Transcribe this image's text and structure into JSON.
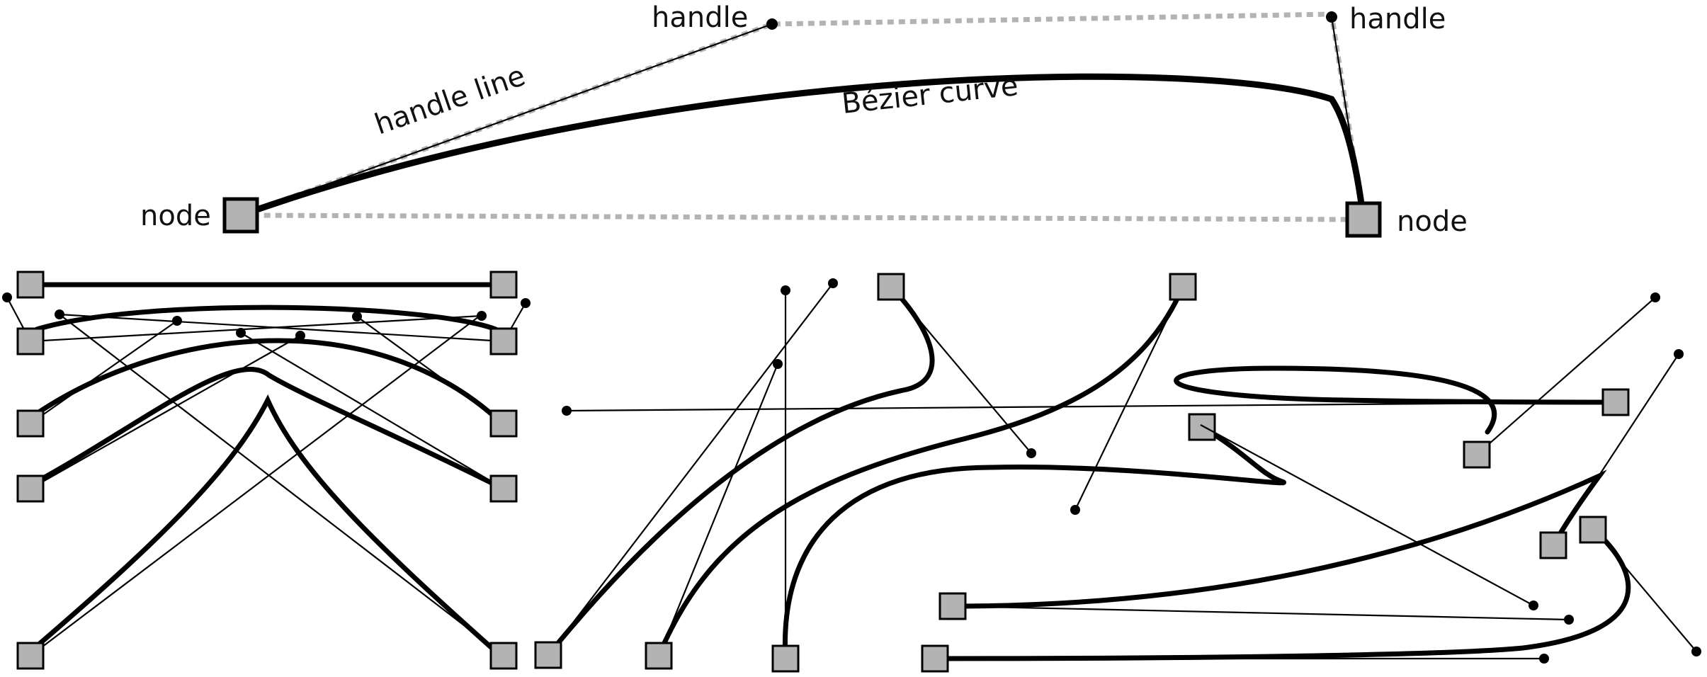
{
  "labels": {
    "handle_left": "handle",
    "handle_right": "handle",
    "handle_line": "handle line",
    "bezier_curve": "Bézier curve",
    "node_left": "node",
    "node_right": "node"
  },
  "colors": {
    "curve": "#000000",
    "node_fill": "#b3b3b3",
    "control_polygon": "#b3b3b3"
  },
  "icons": {
    "node": "square-node-icon",
    "handle": "dot-handle-icon"
  }
}
